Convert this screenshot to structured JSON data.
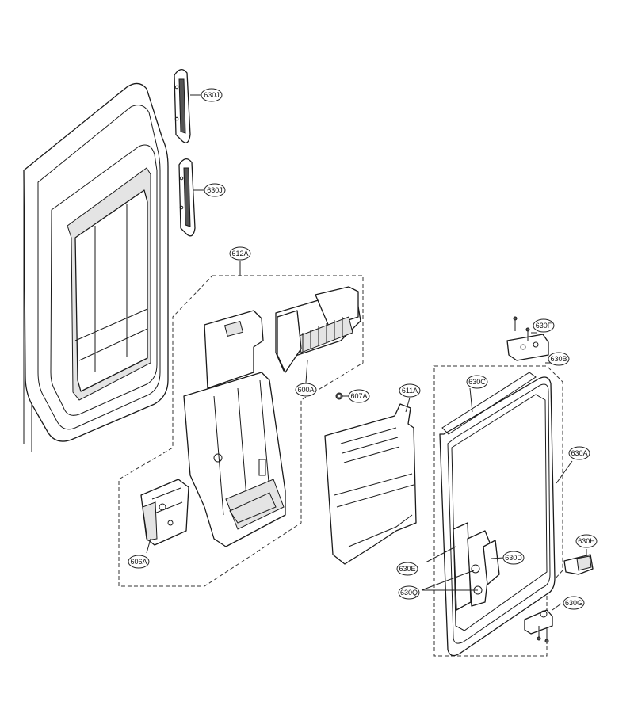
{
  "callouts": {
    "c630J_top": "630J",
    "c630J_bottom": "630J",
    "c612A": "612A",
    "c600A": "600A",
    "c607A": "607A",
    "c611A": "611A",
    "c630F": "630F",
    "c630B": "630B",
    "c630C": "630C",
    "c630A": "630A",
    "c630H": "630H",
    "c630D": "630D",
    "c630E": "630E",
    "c630Q": "630Q",
    "c630G": "630G",
    "c606A": "606A"
  }
}
